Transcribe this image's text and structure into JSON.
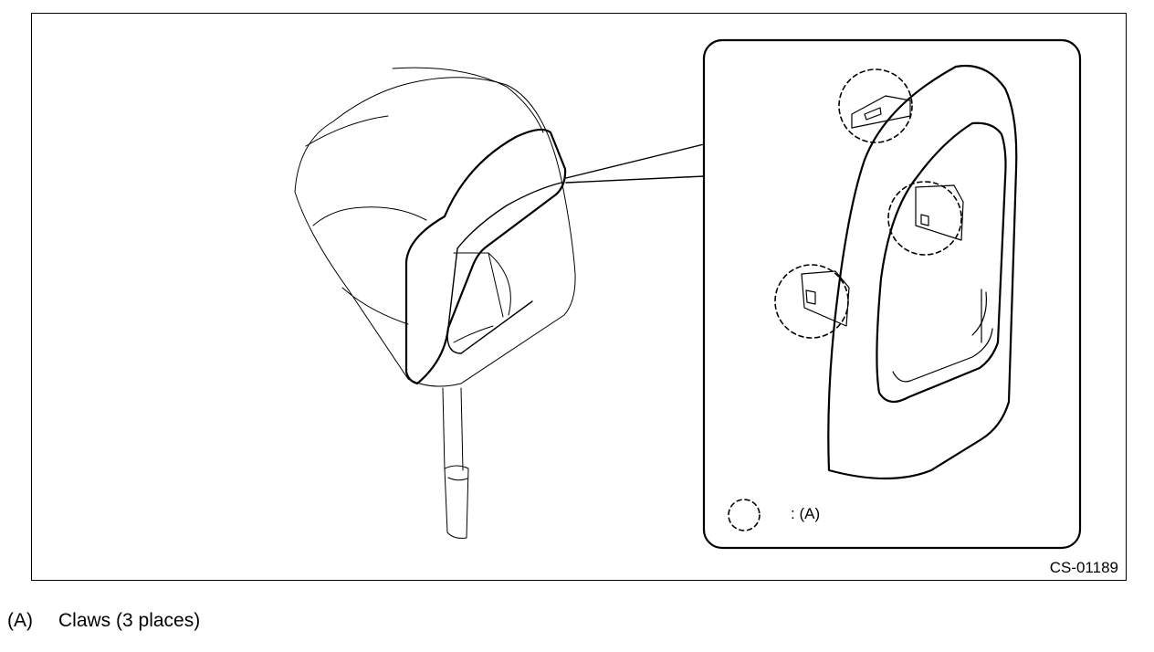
{
  "figure": {
    "code": "CS-01189",
    "legend_label": ": (A)"
  },
  "caption": {
    "key": "(A)",
    "text": "Claws (3 places)"
  }
}
